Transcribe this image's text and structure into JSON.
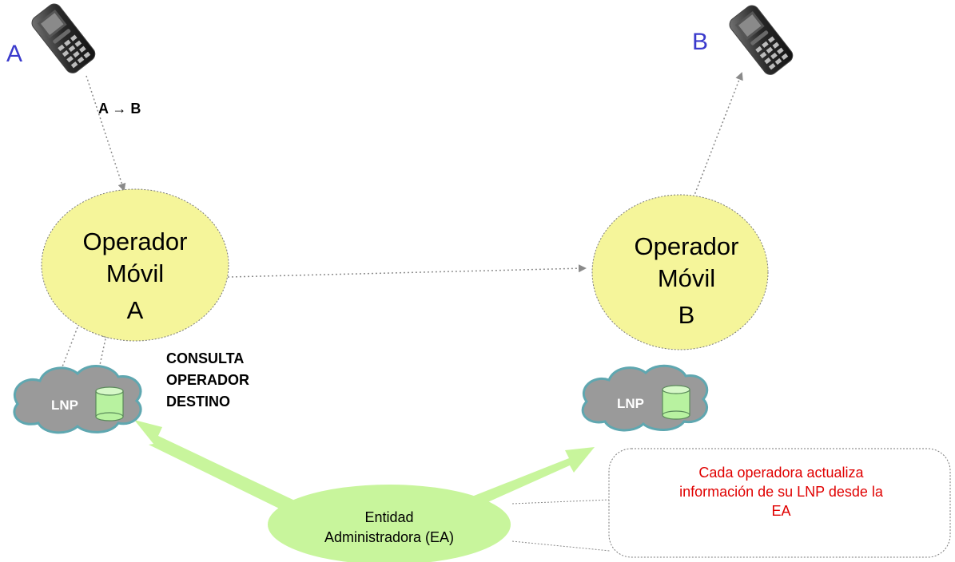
{
  "phone_a": {
    "label": "A"
  },
  "phone_b": {
    "label": "B"
  },
  "call_label": "A → B",
  "operator_a": {
    "line1": "Operador",
    "line2": "Móvil",
    "line3": "A"
  },
  "operator_b": {
    "line1": "Operador",
    "line2": "Móvil",
    "line3": "B"
  },
  "query_label": {
    "line1": "CONSULTA",
    "line2": "OPERADOR",
    "line3": "DESTINO"
  },
  "lnp_a": {
    "label": "LNP"
  },
  "lnp_b": {
    "label": "LNP"
  },
  "entity": {
    "line1": "Entidad",
    "line2": "Administradora (EA)"
  },
  "note": {
    "line1": "Cada operadora actualiza",
    "line2": "información de su LNP desde la",
    "line3": "EA"
  },
  "colors": {
    "operator_fill": "#f5f59a",
    "entity_fill": "#c8f59c",
    "arrow_green": "#c8f59c",
    "cloud_fill": "#9a9a9a",
    "db_fill": "#b8f2a0",
    "phone_letter": "#3a3acc",
    "note_text": "#e00000"
  }
}
